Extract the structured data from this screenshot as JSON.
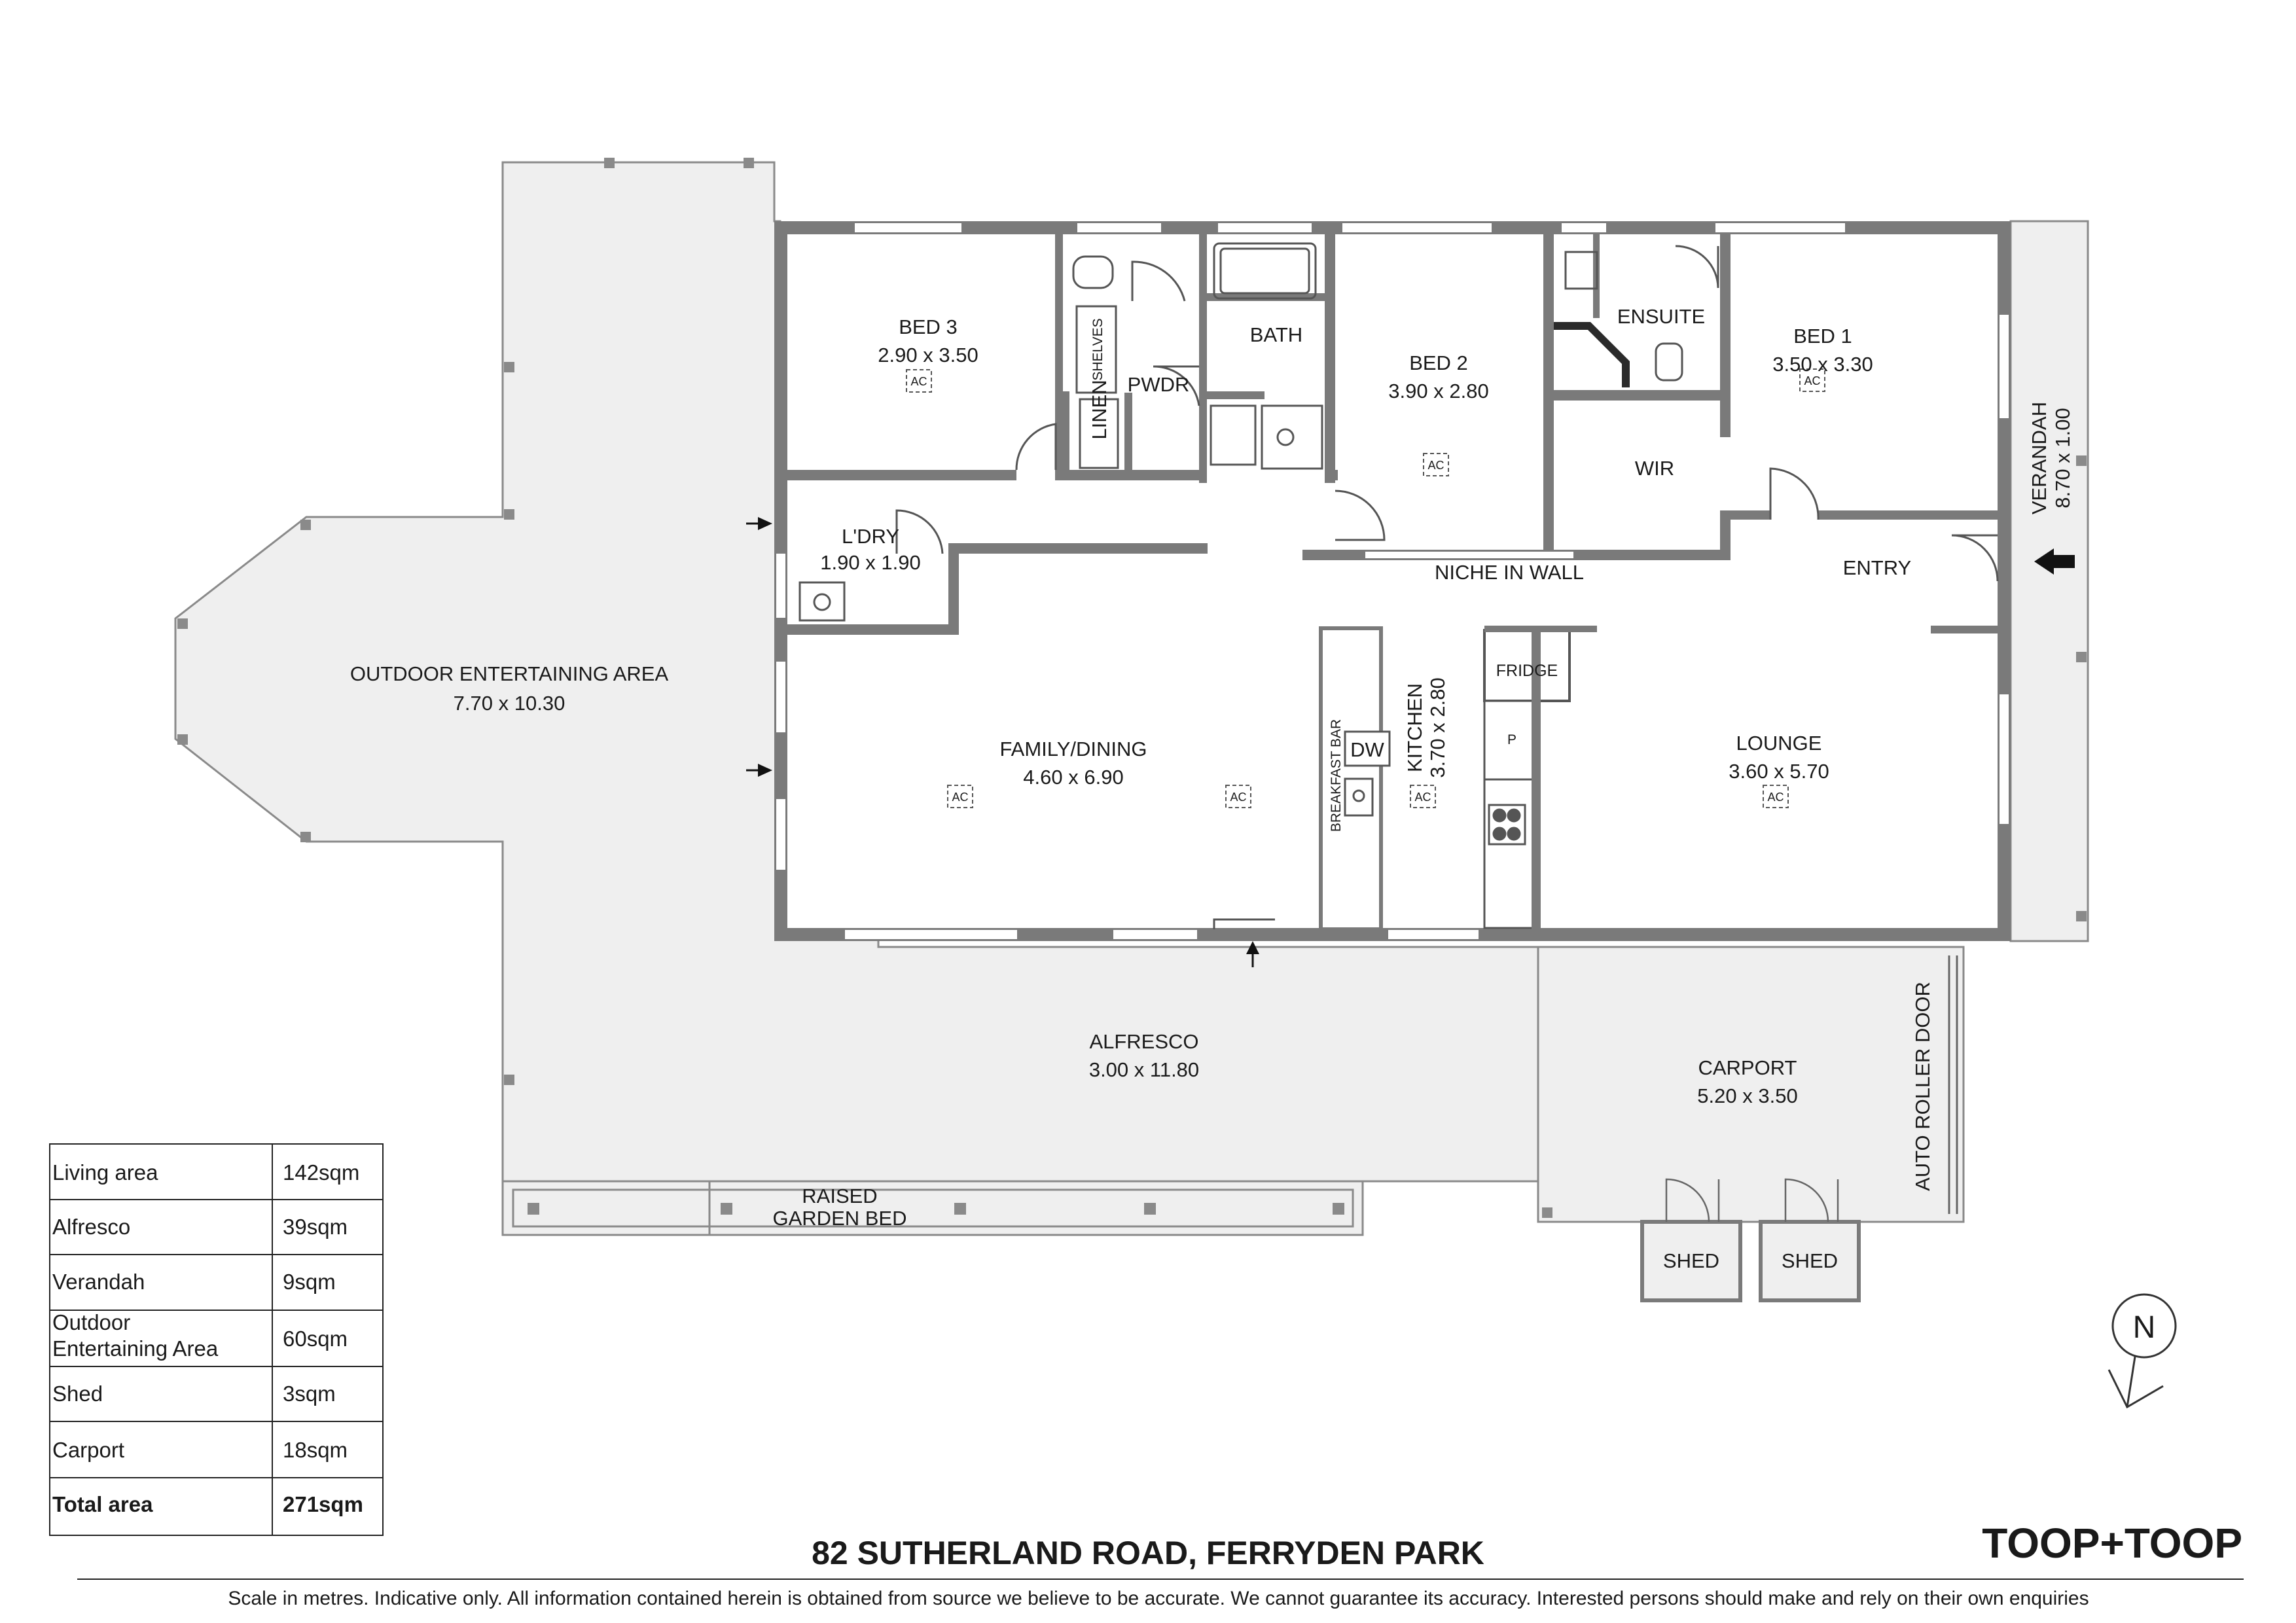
{
  "title": "82 SUTHERLAND ROAD, FERRYDEN PARK",
  "disclaimer": "Scale in metres. Indicative only. All information contained herein is obtained from source we believe to be accurate. We cannot guarantee its accuracy. Interested persons should make and rely on their own enquiries",
  "brand": "TOOP+TOOP",
  "compass": {
    "label": "N"
  },
  "rooms": {
    "outdoor": {
      "name": "OUTDOOR ENTERTAINING AREA",
      "dims": "7.70 x 10.30"
    },
    "bed3": {
      "name": "BED 3",
      "dims": "2.90 x 3.50"
    },
    "shelves": "SHELVES",
    "linen": "LINEN",
    "pwdr": "PWDR",
    "bath": "BATH",
    "bed2": {
      "name": "BED 2",
      "dims": "3.90 x 2.80"
    },
    "ensuite": "ENSUITE",
    "bed1": {
      "name": "BED 1",
      "dims": "3.50 x 3.30"
    },
    "wir": "WIR",
    "verandah": {
      "name": "VERANDAH",
      "dims": "8.70 x 1.00"
    },
    "ldry": {
      "name": "L'DRY",
      "dims": "1.90 x 1.90"
    },
    "niche": "NICHE IN WALL",
    "entry": "ENTRY",
    "family": {
      "name": "FAMILY/DINING",
      "dims": "4.60 x 6.90"
    },
    "breakfast": "BREAKFAST BAR",
    "dw": "DW",
    "kitchen": {
      "name": "KITCHEN",
      "dims": "3.70 x 2.80"
    },
    "fridge": "FRIDGE",
    "pantry": "P",
    "lounge": {
      "name": "LOUNGE",
      "dims": "3.60 x 5.70"
    },
    "alfresco": {
      "name": "ALFRESCO",
      "dims": "3.00 x 11.80"
    },
    "carport": {
      "name": "CARPORT",
      "dims": "5.20 x 3.50"
    },
    "roller": "AUTO ROLLER DOOR",
    "garden": {
      "line1": "RAISED",
      "line2": "GARDEN BED"
    },
    "shed1": "SHED",
    "shed2": "SHED",
    "ac": "AC"
  },
  "areas": [
    {
      "label": "Living area",
      "value": "142sqm"
    },
    {
      "label": "Alfresco",
      "value": "39sqm"
    },
    {
      "label": "Verandah",
      "value": "9sqm"
    },
    {
      "label": "Outdoor",
      "label2": "Entertaining Area",
      "value": "60sqm"
    },
    {
      "label": "Shed",
      "value": "3sqm"
    },
    {
      "label": "Carport",
      "value": "18sqm"
    },
    {
      "label": "Total area",
      "value": "271sqm"
    }
  ]
}
